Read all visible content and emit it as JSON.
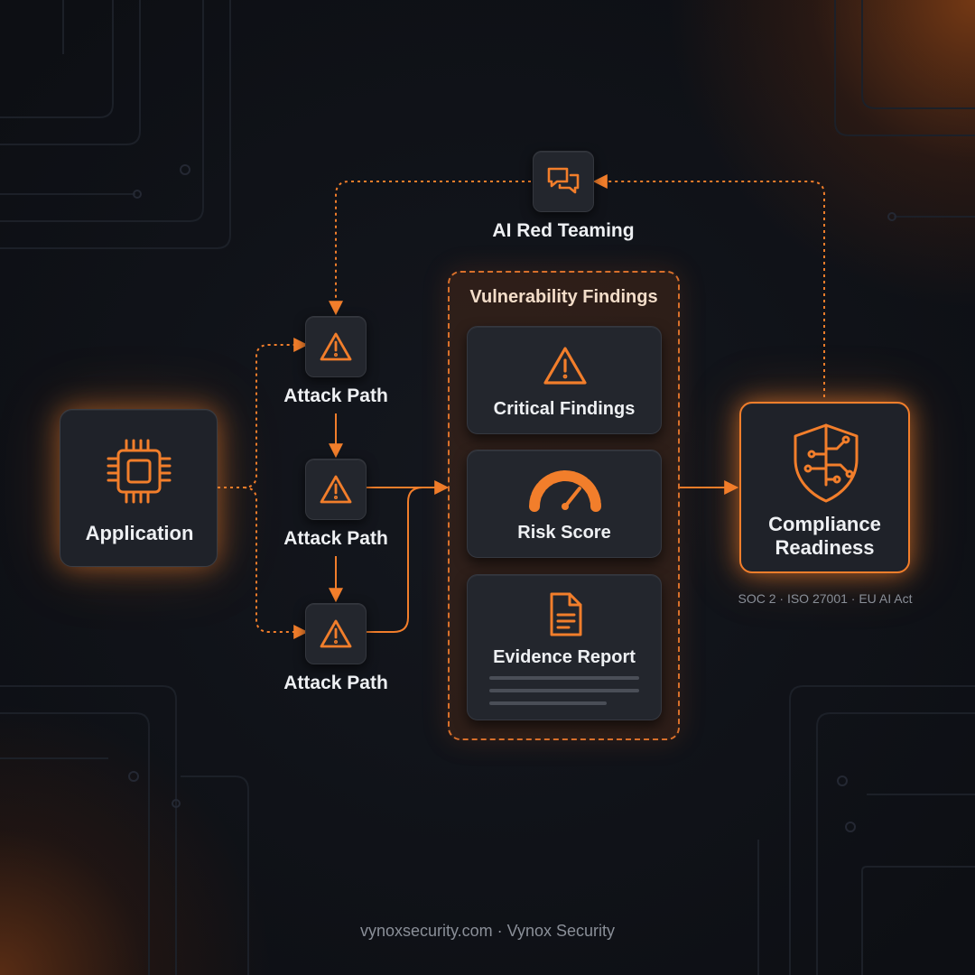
{
  "nodes": {
    "red_teaming": {
      "label": "AI Red Teaming",
      "icon": "chat-bubbles-icon"
    },
    "application": {
      "label": "Application",
      "icon": "cpu-chip-icon"
    },
    "attack_paths": [
      {
        "label": "Attack Path",
        "icon": "warning-icon"
      },
      {
        "label": "Attack Path",
        "icon": "warning-icon"
      },
      {
        "label": "Attack Path",
        "icon": "warning-icon"
      }
    ],
    "findings_panel": {
      "title": "Vulnerability Findings",
      "items": [
        {
          "label": "Critical Findings",
          "icon": "warning-icon"
        },
        {
          "label": "Risk Score",
          "icon": "gauge-icon"
        },
        {
          "label": "Evidence Report",
          "icon": "document-icon"
        }
      ]
    },
    "compliance": {
      "label_line1": "Compliance",
      "label_line2": "Readiness",
      "icon": "shield-circuit-icon",
      "standards": "SOC 2 · ISO 27001 · EU AI Act"
    }
  },
  "footer": {
    "text": "vynoxsecurity.com · Vynox Security"
  },
  "colors": {
    "accent": "#f27e2b",
    "background": "#0d0f14",
    "card": "#1f2229",
    "text": "#eef0f3",
    "muted": "#8a8f98"
  }
}
